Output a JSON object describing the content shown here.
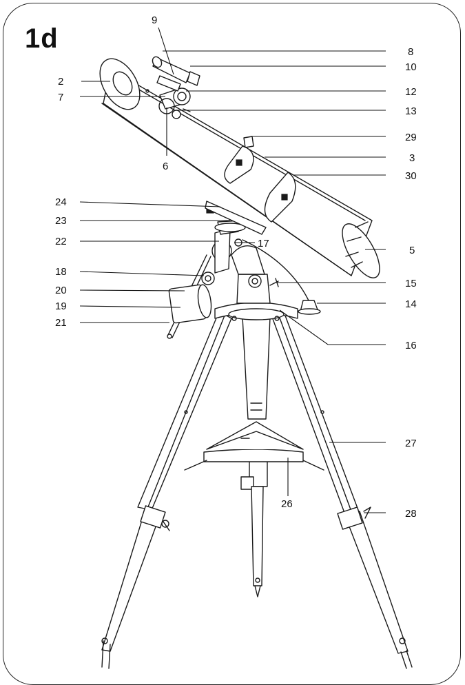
{
  "figure": {
    "title": "1d"
  },
  "callouts": {
    "c2": "2",
    "c3": "3",
    "c5": "5",
    "c6": "6",
    "c7": "7",
    "c8": "8",
    "c9": "9",
    "c10": "10",
    "c12": "12",
    "c13": "13",
    "c14": "14",
    "c15": "15",
    "c16": "16",
    "c17": "17",
    "c18": "18",
    "c19": "19",
    "c20": "20",
    "c21": "21",
    "c22": "22",
    "c23": "23",
    "c24": "24",
    "c26": "26",
    "c27": "27",
    "c28": "28",
    "c29": "29",
    "c30": "30"
  }
}
